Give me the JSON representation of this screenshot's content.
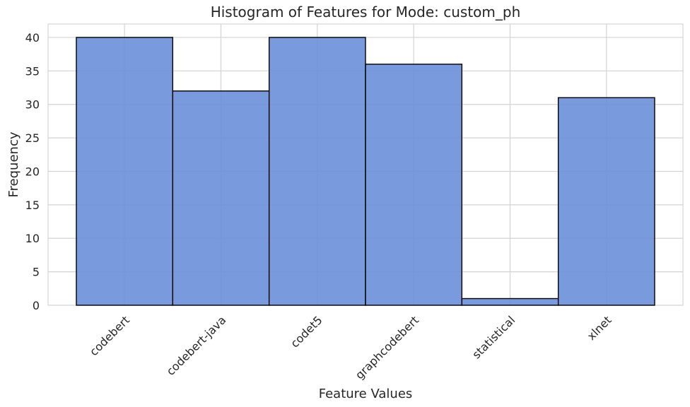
{
  "chart_data": {
    "type": "bar",
    "title": "Histogram of Features for Mode: custom_ph",
    "xlabel": "Feature Values",
    "ylabel": "Frequency",
    "categories": [
      "codebert",
      "codebert-java",
      "codet5",
      "graphcodebert",
      "statistical",
      "xlnet"
    ],
    "values": [
      40,
      32,
      40,
      36,
      1,
      31
    ],
    "ylim": [
      0,
      42
    ],
    "yticks": [
      0,
      5,
      10,
      15,
      20,
      25,
      30,
      35,
      40
    ],
    "grid": true,
    "bar_color": "#6a8fd8",
    "bar_edge_color": "#000000",
    "grid_color": "#d3d3d3"
  }
}
